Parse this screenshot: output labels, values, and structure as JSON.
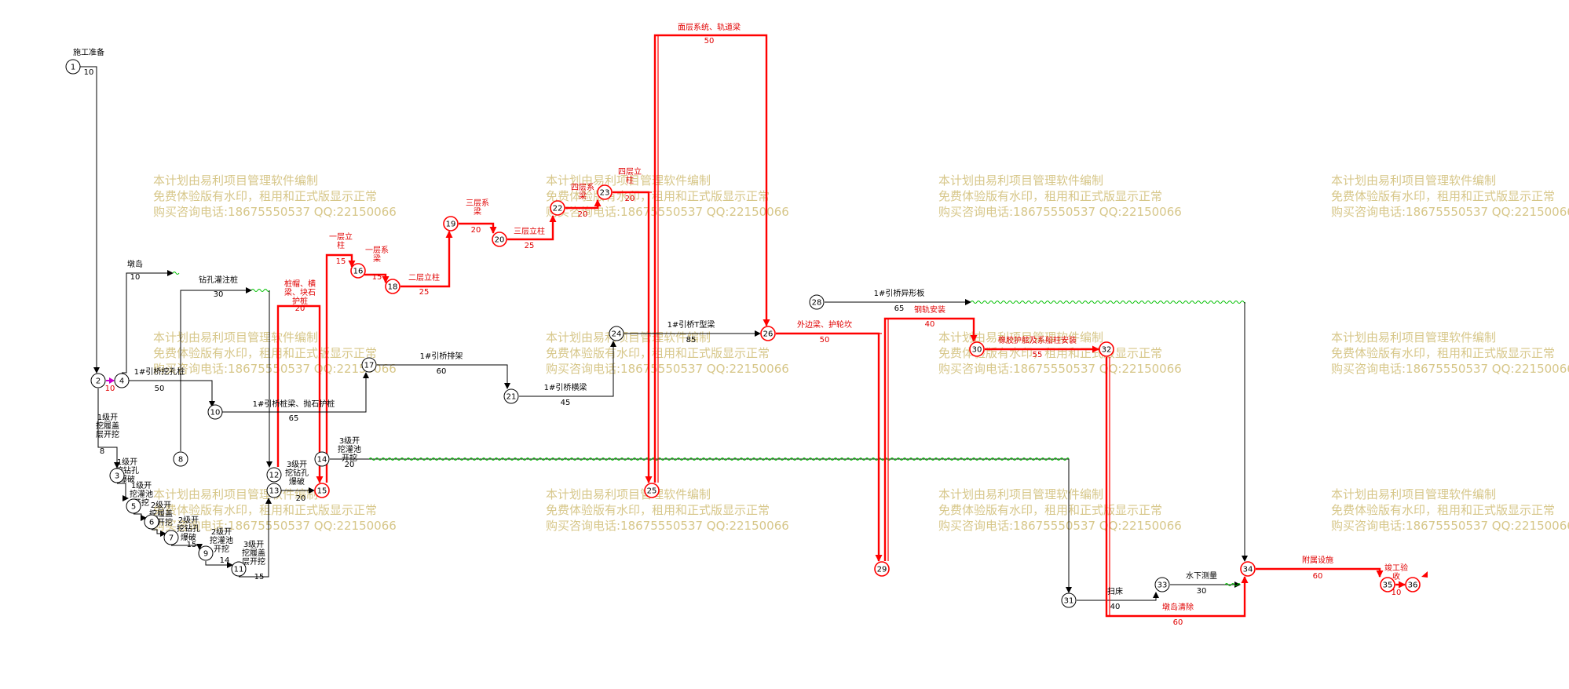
{
  "colors": {
    "critical": "#ff0000",
    "normal": "#000000",
    "float": "#00c000",
    "watermark": "#d7c78a",
    "start_marker": "#cc00cc"
  },
  "watermark": {
    "line1": "本计划由易利项目管理软件编制",
    "line2": "免费体验版有水印，租用和正式版显示正常",
    "line3": "购买咨询电话:18675550537 QQ:22150066"
  },
  "nodes": [
    {
      "id": "1",
      "label": "1",
      "critical": false
    },
    {
      "id": "2",
      "label": "2",
      "critical": false
    },
    {
      "id": "3",
      "label": "3",
      "critical": false
    },
    {
      "id": "4",
      "label": "4",
      "critical": false
    },
    {
      "id": "5",
      "label": "5",
      "critical": false
    },
    {
      "id": "6",
      "label": "6",
      "critical": false
    },
    {
      "id": "7",
      "label": "7",
      "critical": false
    },
    {
      "id": "8",
      "label": "8",
      "critical": false
    },
    {
      "id": "9",
      "label": "9",
      "critical": false
    },
    {
      "id": "10",
      "label": "10",
      "critical": false
    },
    {
      "id": "11",
      "label": "11",
      "critical": false
    },
    {
      "id": "12",
      "label": "12",
      "critical": false
    },
    {
      "id": "13",
      "label": "13",
      "critical": false
    },
    {
      "id": "14",
      "label": "14",
      "critical": false
    },
    {
      "id": "15",
      "label": "15",
      "critical": true
    },
    {
      "id": "16",
      "label": "16",
      "critical": true
    },
    {
      "id": "17",
      "label": "17",
      "critical": false
    },
    {
      "id": "18",
      "label": "18",
      "critical": true
    },
    {
      "id": "19",
      "label": "19",
      "critical": true
    },
    {
      "id": "20",
      "label": "20",
      "critical": true
    },
    {
      "id": "21",
      "label": "21",
      "critical": false
    },
    {
      "id": "22",
      "label": "22",
      "critical": true
    },
    {
      "id": "23",
      "label": "23",
      "critical": true
    },
    {
      "id": "24",
      "label": "24",
      "critical": false
    },
    {
      "id": "25",
      "label": "25",
      "critical": true
    },
    {
      "id": "26",
      "label": "26",
      "critical": true
    },
    {
      "id": "28",
      "label": "28",
      "critical": false
    },
    {
      "id": "29",
      "label": "29",
      "critical": true
    },
    {
      "id": "30",
      "label": "30",
      "critical": true
    },
    {
      "id": "31",
      "label": "31",
      "critical": false
    },
    {
      "id": "32",
      "label": "32",
      "critical": true
    },
    {
      "id": "33",
      "label": "33",
      "critical": false
    },
    {
      "id": "34",
      "label": "34",
      "critical": true
    },
    {
      "id": "35",
      "label": "35",
      "critical": true
    },
    {
      "id": "36",
      "label": "36",
      "critical": true
    }
  ],
  "activities": [
    {
      "id": "a1",
      "name": "施工准备",
      "duration": "10",
      "critical": false
    },
    {
      "id": "a2",
      "name": "1#引桥挖孔桩",
      "duration": "50",
      "critical": false
    },
    {
      "id": "a3",
      "name": "墩岛",
      "duration": "10",
      "critical": false
    },
    {
      "id": "a4",
      "name": "钻孔灌注桩",
      "duration": "30",
      "critical": false
    },
    {
      "id": "a5",
      "name": "1级开挖履盖层开挖",
      "duration": "8",
      "critical": false
    },
    {
      "id": "a6",
      "name": "1级开挖钻孔爆破",
      "duration": "",
      "critical": false
    },
    {
      "id": "a7",
      "name": "1级开挖灌池开挖",
      "duration": "",
      "critical": false
    },
    {
      "id": "a8",
      "name": "2级开挖履盖层开挖",
      "duration": "",
      "critical": false
    },
    {
      "id": "a9",
      "name": "2级开挖钻孔爆破",
      "duration": "15",
      "critical": false
    },
    {
      "id": "a10",
      "name": "2级开挖灌池开挖",
      "duration": "14",
      "critical": false
    },
    {
      "id": "a11",
      "name": "3级开挖履盖层开挖",
      "duration": "15",
      "critical": false
    },
    {
      "id": "a12",
      "name": "3级开挖钻孔爆破",
      "duration": "20",
      "critical": false
    },
    {
      "id": "a13",
      "name": "3级开挖灌池开挖",
      "duration": "20",
      "critical": false
    },
    {
      "id": "a14",
      "name": "桩帽、横梁、块石护桩",
      "duration": "20",
      "critical": true
    },
    {
      "id": "a15",
      "name": "一层立柱",
      "duration": "15",
      "critical": true
    },
    {
      "id": "a16",
      "name": "一层系梁",
      "duration": "15",
      "critical": true
    },
    {
      "id": "a17",
      "name": "二层立柱",
      "duration": "25",
      "critical": true
    },
    {
      "id": "a18",
      "name": "三层系梁",
      "duration": "20",
      "critical": true
    },
    {
      "id": "a19",
      "name": "三层立柱",
      "duration": "25",
      "critical": true
    },
    {
      "id": "a20",
      "name": "四层系梁",
      "duration": "20",
      "critical": true
    },
    {
      "id": "a21",
      "name": "四层立柱",
      "duration": "20",
      "critical": true
    },
    {
      "id": "a22",
      "name": "面层系统、轨道梁",
      "duration": "50",
      "critical": true
    },
    {
      "id": "a23",
      "name": "1#引桥桩梁、抛石护桩",
      "duration": "65",
      "critical": false
    },
    {
      "id": "a24",
      "name": "1#引桥排架",
      "duration": "60",
      "critical": false
    },
    {
      "id": "a25",
      "name": "1#引桥横梁",
      "duration": "45",
      "critical": false
    },
    {
      "id": "a26",
      "name": "1#引桥T型梁",
      "duration": "85",
      "critical": false
    },
    {
      "id": "a27",
      "name": "外边梁、护轮坎",
      "duration": "50",
      "critical": true
    },
    {
      "id": "a28",
      "name": "1#引桥异形板",
      "duration": "65",
      "critical": false
    },
    {
      "id": "a29",
      "name": "钢轨安装",
      "duration": "40",
      "critical": true
    },
    {
      "id": "a30",
      "name": "橡胶护舷及系船柱安装",
      "duration": "55",
      "critical": true
    },
    {
      "id": "a31",
      "name": "扫床",
      "duration": "40",
      "critical": false
    },
    {
      "id": "a32",
      "name": "水下测量",
      "duration": "30",
      "critical": false
    },
    {
      "id": "a33",
      "name": "墩岛清除",
      "duration": "60",
      "critical": true
    },
    {
      "id": "a34",
      "name": "附属设施",
      "duration": "60",
      "critical": true
    },
    {
      "id": "a35",
      "name": "竣工验收",
      "duration": "10",
      "critical": true
    }
  ]
}
